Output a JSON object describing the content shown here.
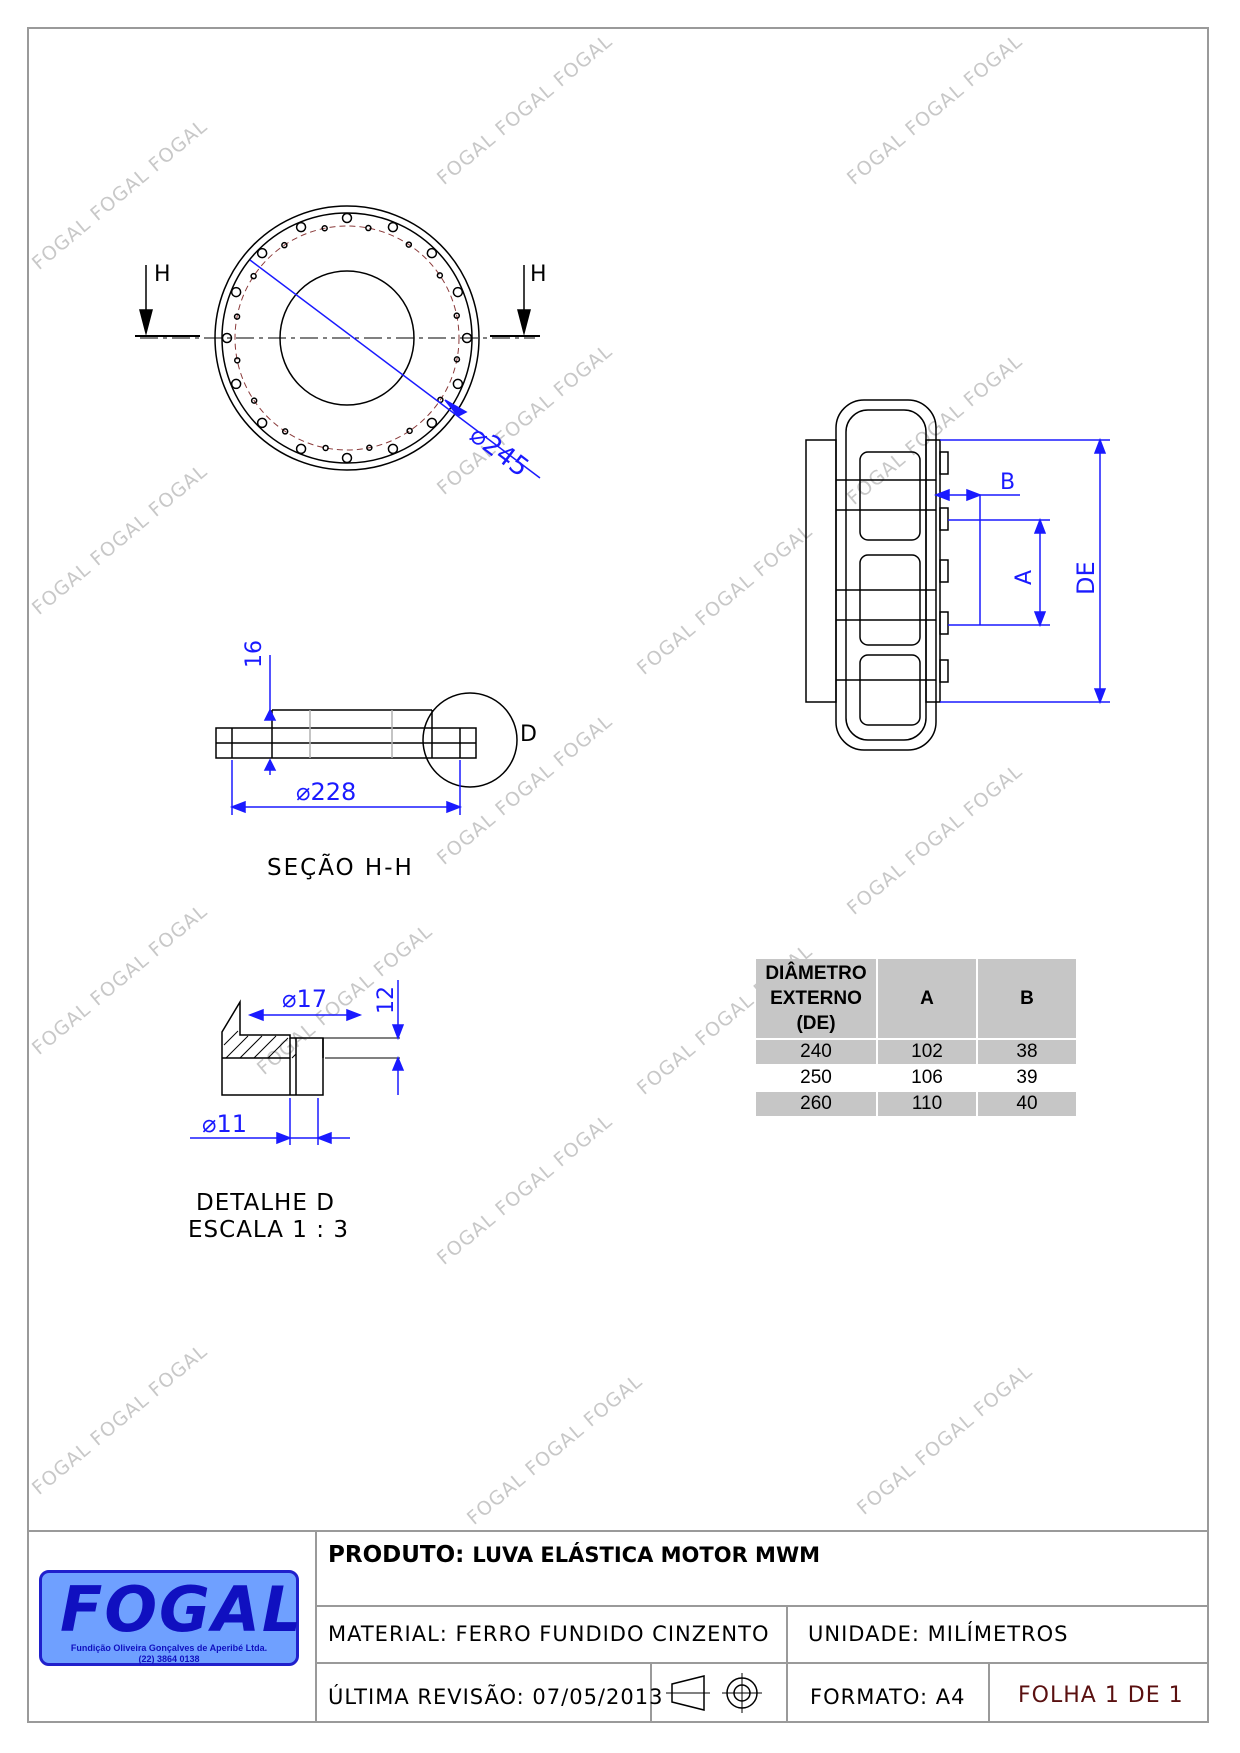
{
  "watermark": {
    "text": "FOGAL FOGAL FOGAL",
    "color": "#c8c8c8"
  },
  "drawing": {
    "line_color": "#000000",
    "dimension_color": "#1a1aff",
    "section_marker_left": "H",
    "section_marker_right": "H",
    "top_view_diameter": "245",
    "section_depth": "16",
    "section_diameter": "228",
    "detail_marker": "D",
    "section_title": "SEÇÃO H-H",
    "detail_dia_top": "17",
    "detail_height": "12",
    "detail_dia_bottom": "11",
    "detail_title": "DETALHE D",
    "detail_scale": "ESCALA 1 : 3",
    "side_dim_b": "B",
    "side_dim_a": "A",
    "side_dim_de": "DE"
  },
  "dimension_table": {
    "headers": [
      "DIÂMETRO EXTERNO (DE)",
      "A",
      "B"
    ],
    "rows": [
      [
        "240",
        "102",
        "38"
      ],
      [
        "250",
        "106",
        "39"
      ],
      [
        "260",
        "110",
        "40"
      ]
    ]
  },
  "title_block": {
    "logo_name": "FOGAL",
    "logo_subtitle": "Fundição Oliveira Gonçalves de Aperibé Ltda.",
    "logo_phone": "(22) 3864 0138",
    "logo_color": "#6fa0ff",
    "product_label": "PRODUTO:",
    "product_value": "LUVA ELÁSTICA MOTOR MWM",
    "material": "MATERIAL: FERRO FUNDIDO CINZENTO",
    "unit": "UNIDADE: MILÍMETROS",
    "revision": "ÚLTIMA REVISÃO: 07/05/2013",
    "format": "FORMATO: A4",
    "sheet": "FOLHA 1 DE 1",
    "projection_icon": "first-angle-projection-icon"
  }
}
